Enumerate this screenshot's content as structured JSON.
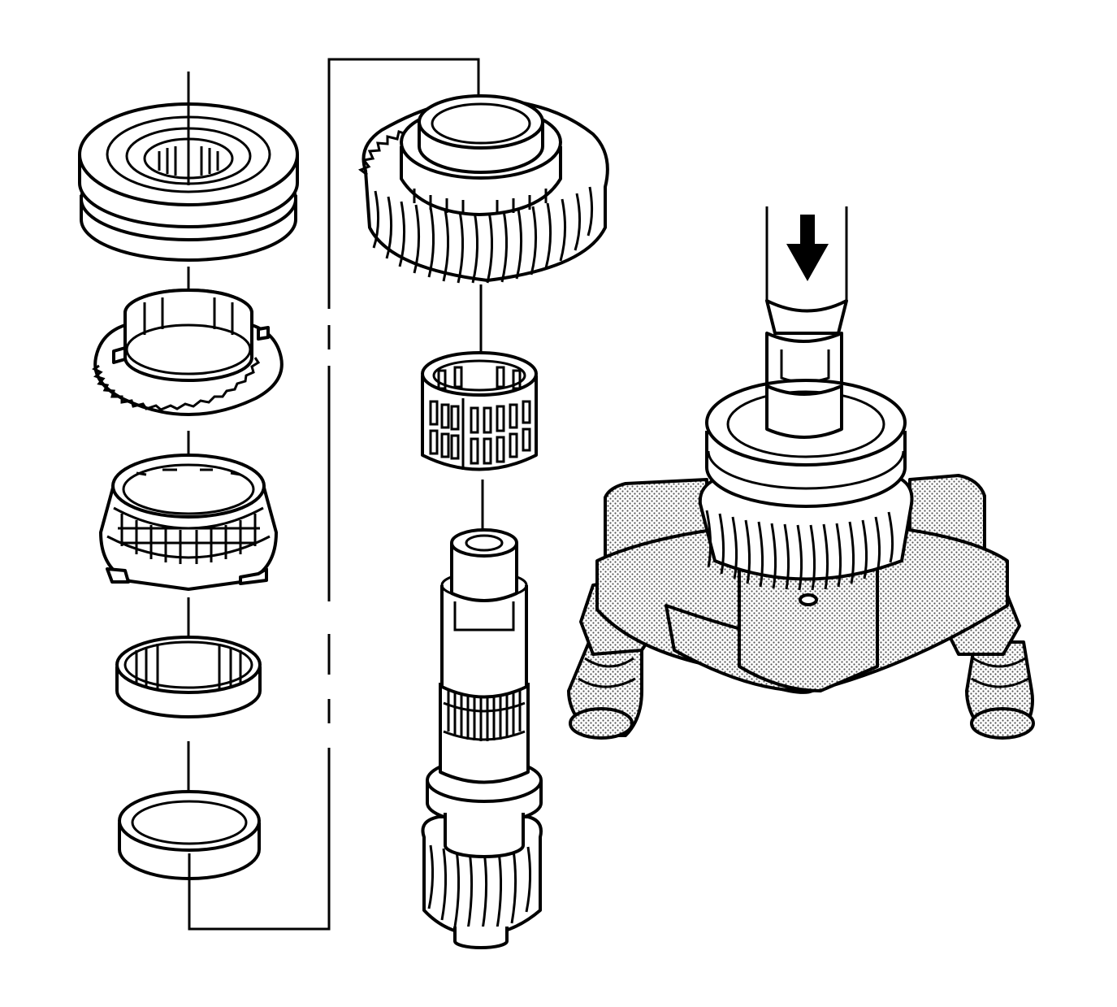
{
  "figure": {
    "kind": "exploded-assembly-illustration",
    "colors": {
      "ink": "#000000",
      "paper": "#ffffff",
      "stipple": "#888888"
    },
    "components": [
      {
        "name": "synchronizer-sleeve-hub",
        "icon": "sleeve-hub-icon"
      },
      {
        "name": "blocking-ring",
        "icon": "toothed-ring-icon"
      },
      {
        "name": "synchronizer-cone",
        "icon": "cone-ring-icon"
      },
      {
        "name": "inner-ring",
        "icon": "ring-icon"
      },
      {
        "name": "bearing-race",
        "icon": "race-icon"
      },
      {
        "name": "helical-gear",
        "icon": "helical-gear-icon"
      },
      {
        "name": "needle-bearing",
        "icon": "needle-bearing-icon"
      },
      {
        "name": "shaft",
        "icon": "splined-shaft-icon"
      },
      {
        "name": "press-tool",
        "icon": "press-icon"
      },
      {
        "name": "support-fixture",
        "icon": "fixture-icon"
      },
      {
        "name": "press-direction-arrow",
        "icon": "down-arrow-icon"
      }
    ]
  }
}
